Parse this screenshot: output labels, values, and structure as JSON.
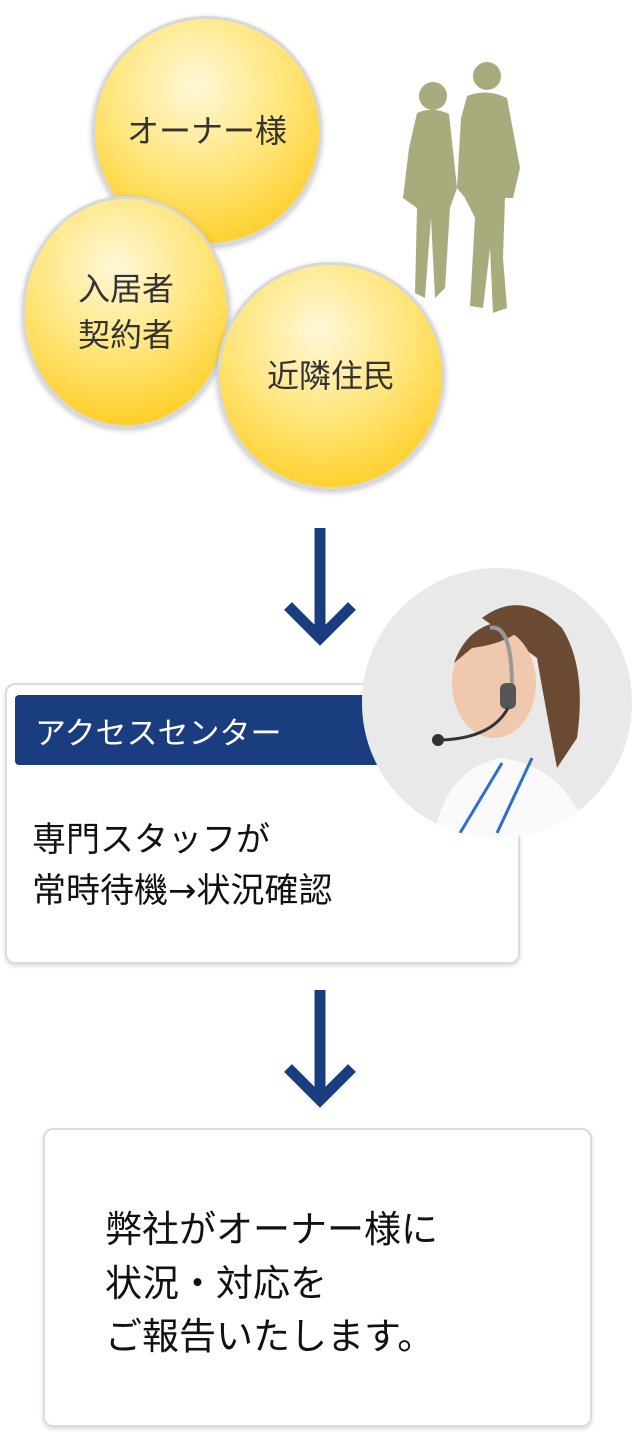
{
  "bubbles": {
    "owner": "オーナー様",
    "resident": "入居者\n契約者",
    "neighbor": "近隣住民"
  },
  "access_center": {
    "label": "アクセスセンター",
    "text": "専門スタッフが\n常時待機→状況確認"
  },
  "report": {
    "text": "弊社がオーナー様に\n状況・対応を\nご報告いたします。"
  },
  "colors": {
    "accent": "#1a3d7f",
    "bubble": "#ffc400",
    "silhouette": "#a9ab7c"
  }
}
